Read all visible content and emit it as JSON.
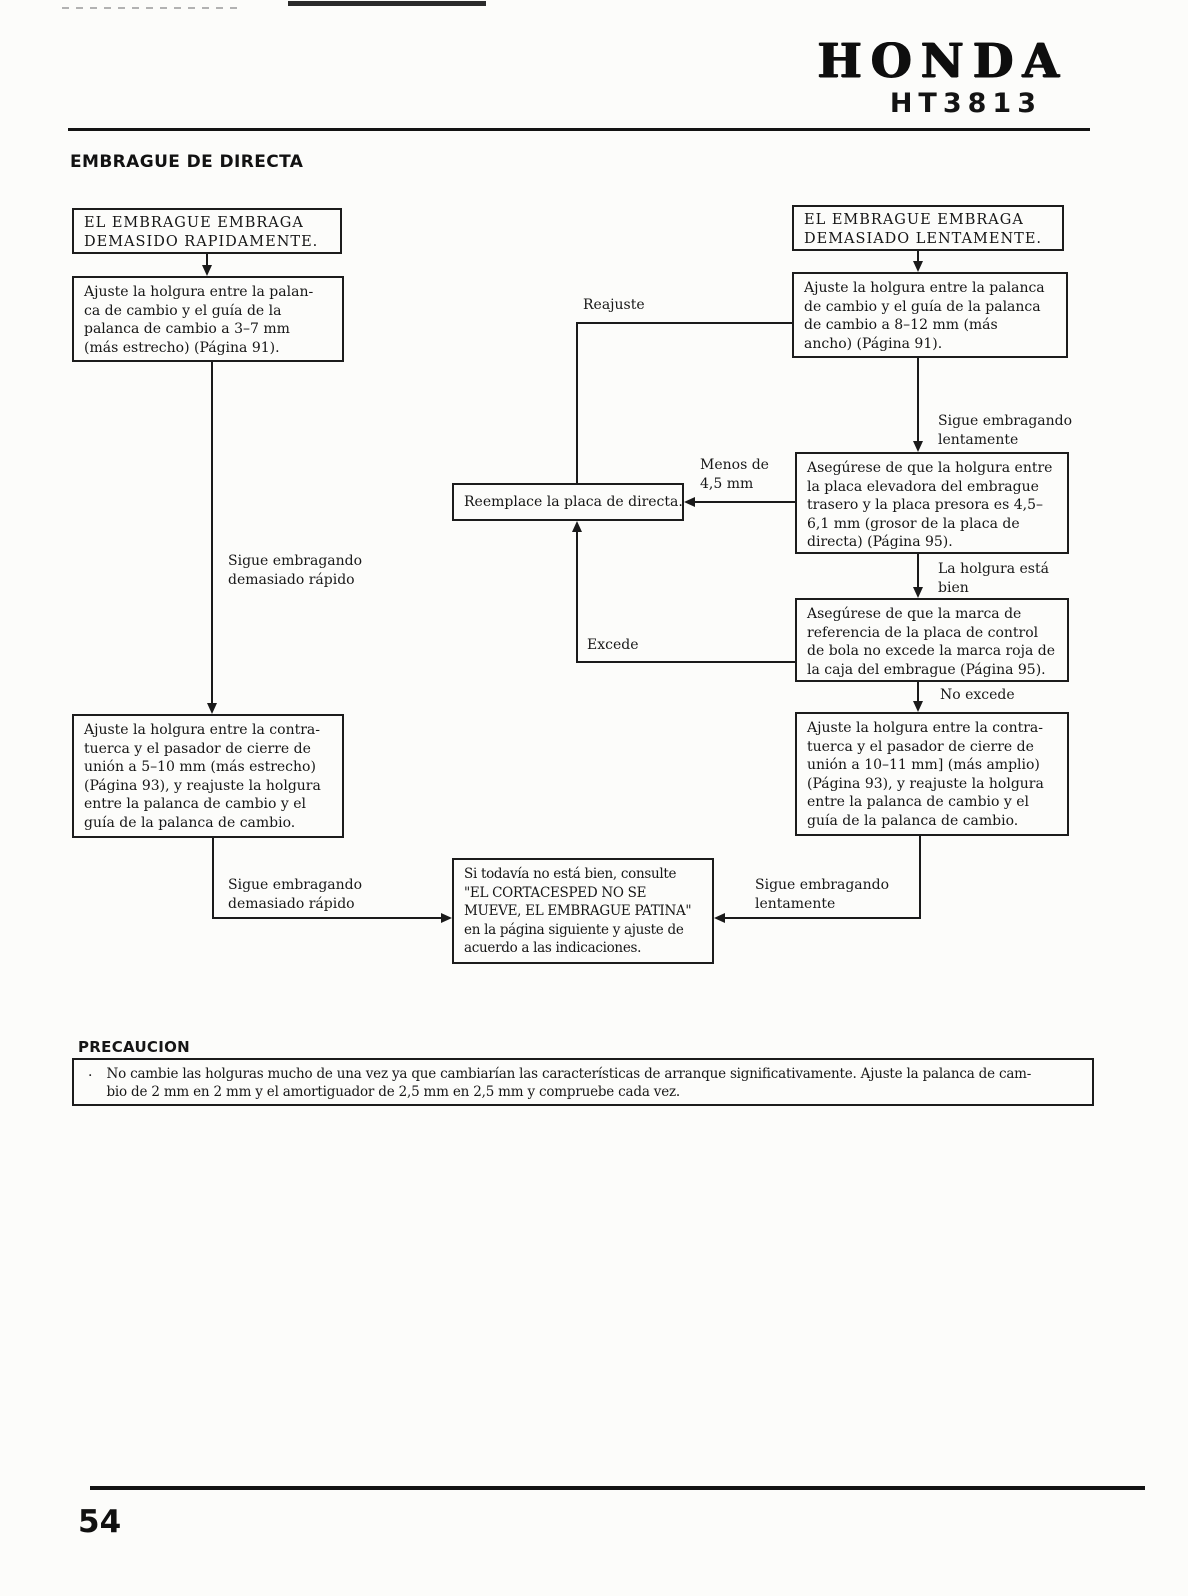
{
  "page": {
    "brand": "HONDA",
    "model": "HT3813",
    "title": "EMBRAGUE DE DIRECTA",
    "page_number": "54"
  },
  "flowchart": {
    "boxes": {
      "a1": {
        "text": "EL EMBRAGUE EMBRAGA\nDEMASIDO RAPIDAMENTE."
      },
      "a2": {
        "text": "Ajuste la holgura entre la palan-\nca de cambio y el guía de la\npalanca de cambio a 3–7 mm\n(más estrecho) (Página 91)."
      },
      "a3": {
        "text": "Ajuste la holgura entre la contra-\ntuerca y el pasador de cierre de\nunión a 5–10 mm (más estrecho)\n(Página 93), y reajuste la holgura\nentre la palanca de cambio y el\nguía de la palanca de cambio."
      },
      "b1": {
        "text": "EL EMBRAGUE EMBRAGA\nDEMASIADO LENTAMENTE."
      },
      "b2": {
        "text": "Ajuste la holgura entre la palanca\nde cambio y el guía de la palanca\nde cambio a 8–12 mm (más\nancho) (Página 91)."
      },
      "b3": {
        "text": "Asegúrese de que la holgura entre\nla placa elevadora del embrague\ntrasero y la placa presora es 4,5–\n6,1 mm (grosor de la placa de\ndirecta) (Página 95)."
      },
      "b4": {
        "text": "Asegúrese de que la marca de\nreferencia de la placa de control\nde bola no excede la marca roja de\nla caja del embrague (Página 95)."
      },
      "b5": {
        "text": "Ajuste la holgura entre la contra-\ntuerca y el pasador de cierre de\nunión a 10–11 mm] (más amplio)\n(Página 93), y reajuste la holgura\nentre la palanca de cambio y el\nguía de la palanca de cambio."
      },
      "mid": {
        "text": "Reemplace la placa de directa."
      },
      "final": {
        "text": "Si todavía no está bien, consulte\n\"EL CORTACESPED NO SE\nMUEVE, EL EMBRAGUE PATINA\"\nen la página siguiente y ajuste de\nacuerdo a las indicaciones."
      }
    },
    "labels": {
      "reajuste": "Reajuste",
      "sigue_lentamente_top": "Sigue embragando\nlentamente",
      "menos_de": "Menos de\n4,5 mm",
      "la_holgura_esta_bien": "La holgura está\nbien",
      "excede": "Excede",
      "no_excede": "No excede",
      "sigue_rapido_mid": "Sigue embragando\ndemasiado rápido",
      "sigue_rapido_bottom": "Sigue embragando\ndemasiado rápido",
      "sigue_lentamente_bottom": "Sigue embragando\nlentamente"
    }
  },
  "precaucion": {
    "heading": "PRECAUCION",
    "bullet": "·",
    "text": "No cambie las holguras mucho de una vez ya que cambiarían las características de arranque significativamente. Ajuste la palanca de cam-\nbio de 2 mm en 2 mm y el amortiguador de 2,5 mm en 2,5 mm y compruebe cada vez."
  }
}
